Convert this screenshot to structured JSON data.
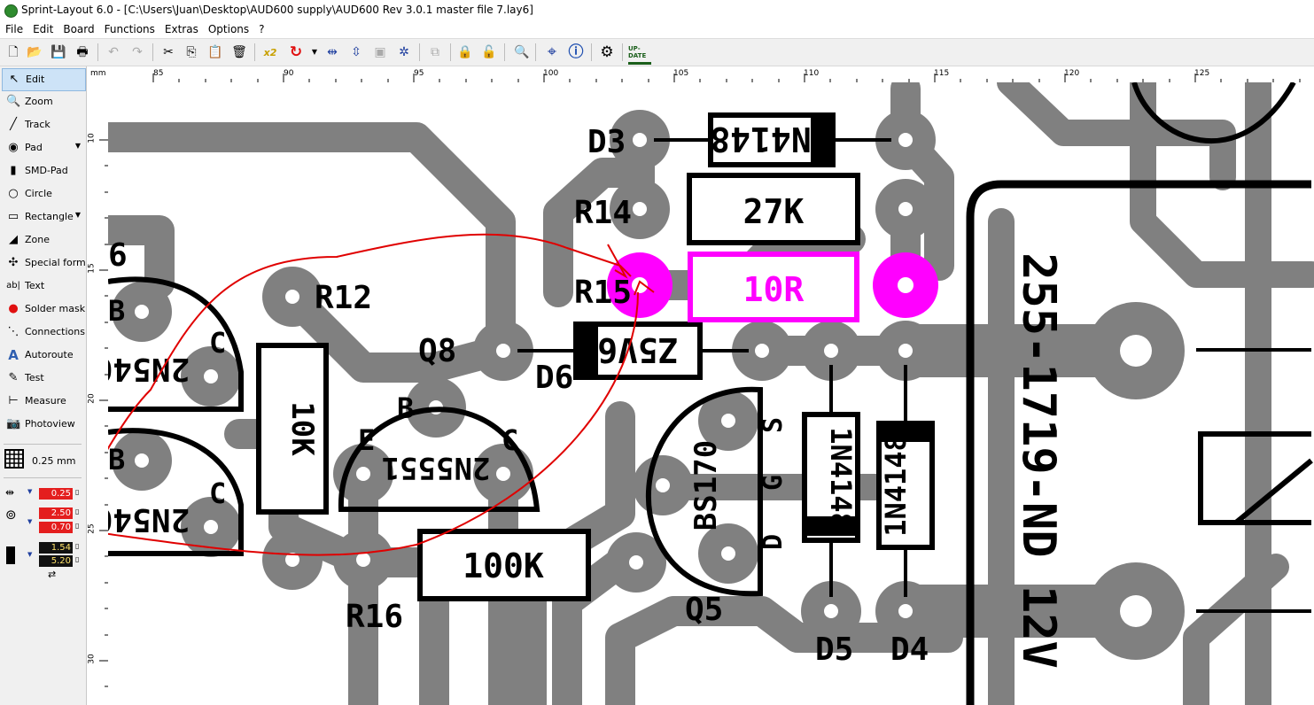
{
  "window": {
    "title": "Sprint-Layout 6.0 - [C:\\Users\\Juan\\Desktop\\AUD600 supply\\AUD600 Rev 3.0.1 master file 7.lay6]"
  },
  "menu": [
    "File",
    "Edit",
    "Board",
    "Functions",
    "Extras",
    "Options",
    "?"
  ],
  "toolbar": [
    {
      "name": "new-icon",
      "glyph": "🗋"
    },
    {
      "name": "open-icon",
      "glyph": "📂"
    },
    {
      "name": "save-icon",
      "glyph": "💾"
    },
    {
      "name": "print-icon",
      "glyph": "🖶"
    },
    {
      "name": "undo-icon",
      "glyph": "↶"
    },
    {
      "name": "redo-icon",
      "glyph": "↷"
    },
    {
      "name": "cut-icon",
      "glyph": "✂"
    },
    {
      "name": "copy-icon",
      "glyph": "⎘"
    },
    {
      "name": "paste-icon",
      "glyph": "📋"
    },
    {
      "name": "delete-icon",
      "glyph": "🗑"
    },
    {
      "name": "zoom-x2-icon",
      "glyph": "x2"
    },
    {
      "name": "rotate-icon",
      "glyph": "↻"
    },
    {
      "name": "mirror-horizontal-icon",
      "glyph": "⇹"
    },
    {
      "name": "mirror-vertical-icon",
      "glyph": "⇳"
    },
    {
      "name": "group-icon",
      "glyph": "▣"
    },
    {
      "name": "ungroup-icon",
      "glyph": "✲"
    },
    {
      "name": "layers-icon",
      "glyph": "⧉"
    },
    {
      "name": "lock-icon",
      "glyph": "🔒"
    },
    {
      "name": "unlock-icon",
      "glyph": "🔓"
    },
    {
      "name": "search-icon",
      "glyph": "🔍"
    },
    {
      "name": "snap-icon",
      "glyph": "⌖"
    },
    {
      "name": "info-icon",
      "glyph": "ⓘ"
    },
    {
      "name": "settings-icon",
      "glyph": "⚙"
    },
    {
      "name": "update-icon",
      "glyph": "UP-DATE"
    }
  ],
  "tools": [
    {
      "label": "Edit",
      "icon": "cursor-icon",
      "glyph": "↖",
      "active": true
    },
    {
      "label": "Zoom",
      "icon": "zoom-icon",
      "glyph": "🔍"
    },
    {
      "label": "Track",
      "icon": "track-icon",
      "glyph": "╱"
    },
    {
      "label": "Pad",
      "icon": "pad-icon",
      "glyph": "◉",
      "dropdown": true
    },
    {
      "label": "SMD-Pad",
      "icon": "smd-pad-icon",
      "glyph": "▮"
    },
    {
      "label": "Circle",
      "icon": "circle-icon",
      "glyph": "○"
    },
    {
      "label": "Rectangle",
      "icon": "rectangle-icon",
      "glyph": "▭",
      "dropdown": true
    },
    {
      "label": "Zone",
      "icon": "zone-icon",
      "glyph": "◢"
    },
    {
      "label": "Special form",
      "icon": "special-form-icon",
      "glyph": "✣"
    },
    {
      "label": "Text",
      "icon": "text-icon",
      "glyph": "ab|"
    },
    {
      "label": "Solder mask",
      "icon": "solder-mask-icon",
      "glyph": "●"
    },
    {
      "label": "Connections",
      "icon": "connections-icon",
      "glyph": "⋱"
    },
    {
      "label": "Autoroute",
      "icon": "autoroute-icon",
      "glyph": "A"
    },
    {
      "label": "Test",
      "icon": "test-icon",
      "glyph": "✎"
    },
    {
      "label": "Measure",
      "icon": "measure-icon",
      "glyph": "⊢"
    },
    {
      "label": "Photoview",
      "icon": "photoview-icon",
      "glyph": "📷"
    }
  ],
  "grid": {
    "value": "0.25 mm"
  },
  "params": {
    "track_width": "0.25",
    "pad_outer": "2.50",
    "pad_inner": "0.70",
    "smd_width": "1.54",
    "smd_height": "5.20"
  },
  "ruler": {
    "unit": "mm",
    "top_ticks": [
      "85",
      "90",
      "95",
      "100",
      "105",
      "110",
      "115",
      "120",
      "125"
    ],
    "left_ticks": [
      "10",
      "15",
      "20",
      "25",
      "30"
    ]
  },
  "board": {
    "designators": [
      "D3",
      "R14",
      "R15",
      "R12",
      "Q8",
      "D6",
      "R16",
      "Q5",
      "D5",
      "D4"
    ],
    "values": [
      "1N4148",
      "27K",
      "10R",
      "Z5V6",
      "10K",
      "100K",
      "BS170",
      "255-1719-ND 12V"
    ],
    "partial": [
      "6",
      "2N540",
      "2N5551"
    ],
    "pin_labels": [
      "B",
      "C",
      "E",
      "S",
      "G",
      "D"
    ],
    "highlight_color": "#ff00ff",
    "track_color": "#808080",
    "annotation_color": "#e00000"
  }
}
